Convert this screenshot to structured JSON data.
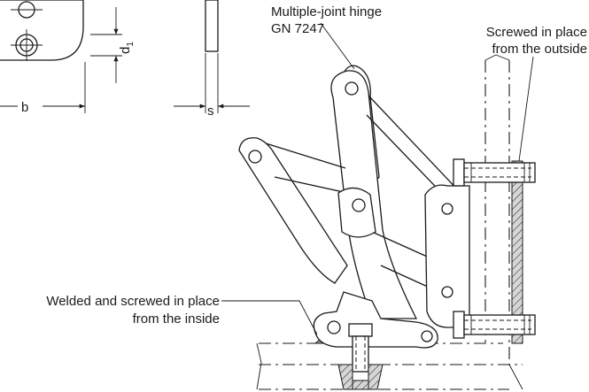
{
  "labels": {
    "dim_b": "b",
    "dim_s": "s",
    "dim_d": "d",
    "dim_d_sub": "1",
    "hinge_line1": "Multiple-joint hinge",
    "hinge_line2": "GN 7247",
    "screwed_line1": "Screwed in place",
    "screwed_line2": "from the outside",
    "welded_line1": "Welded and screwed in place",
    "welded_line2": "from the inside"
  },
  "colors": {
    "ink": "#1a1a1a",
    "fill": "#9a9a9a",
    "background": "#ffffff"
  }
}
